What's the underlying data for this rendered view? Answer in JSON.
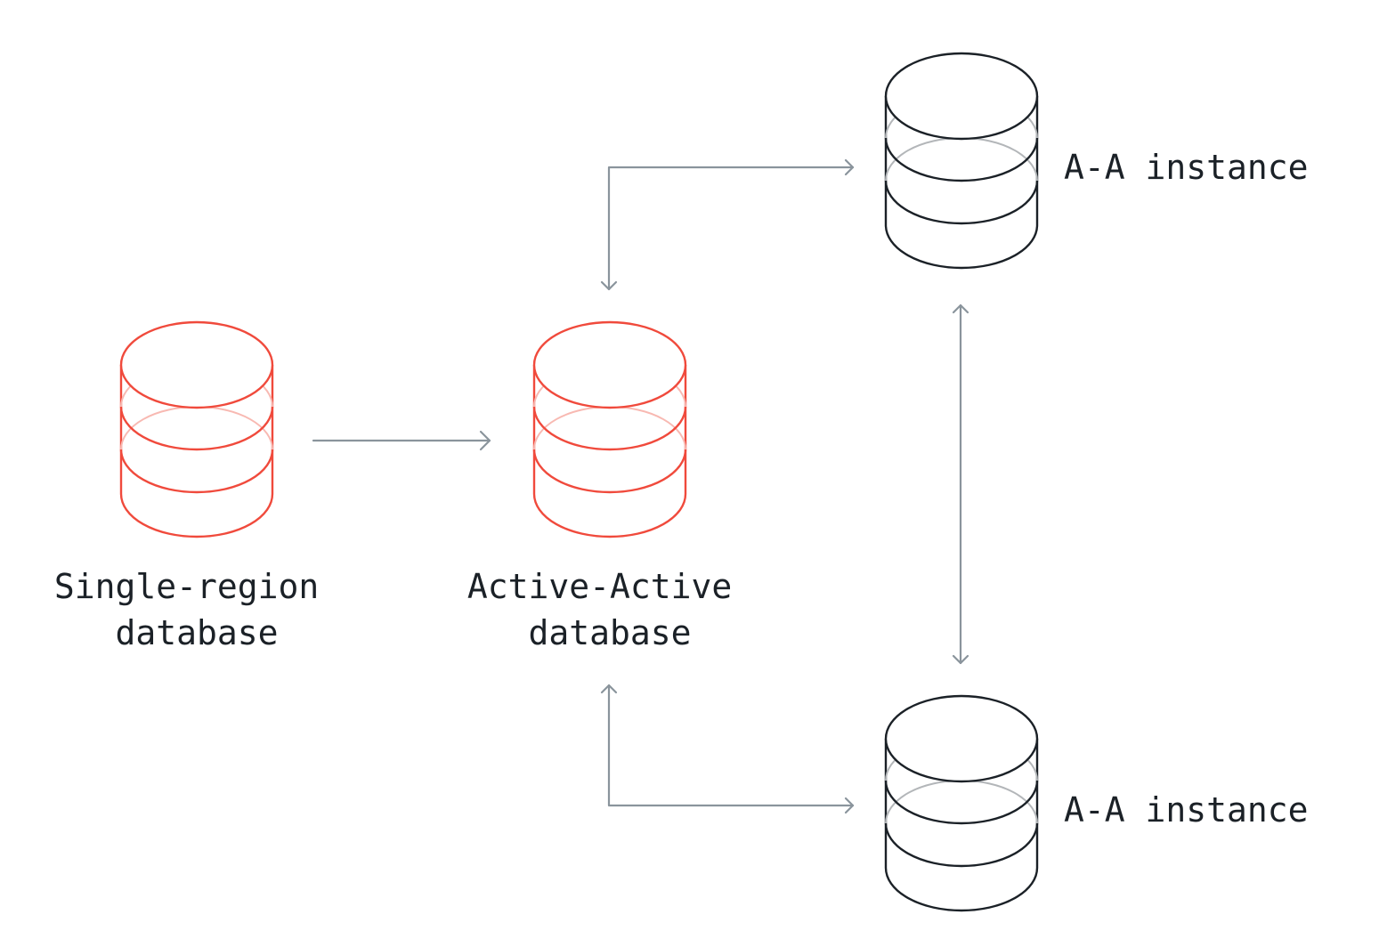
{
  "nodes": [
    {
      "id": "single-region",
      "label_lines": [
        "Single-region",
        "database"
      ],
      "style": "accent"
    },
    {
      "id": "active-active",
      "label_lines": [
        "Active-Active",
        "database"
      ],
      "style": "accent"
    },
    {
      "id": "aa-instance-top",
      "label_lines": [
        "A-A instance"
      ],
      "style": "dark"
    },
    {
      "id": "aa-instance-bottom",
      "label_lines": [
        "A-A instance"
      ],
      "style": "dark"
    }
  ],
  "edges": [
    {
      "from": "single-region",
      "to": "active-active",
      "direction": "one-way"
    },
    {
      "from": "active-active",
      "to": "aa-instance-top",
      "direction": "two-way"
    },
    {
      "from": "active-active",
      "to": "aa-instance-bottom",
      "direction": "two-way"
    },
    {
      "from": "aa-instance-top",
      "to": "aa-instance-bottom",
      "direction": "two-way"
    }
  ],
  "colors": {
    "accent": "#f04a3c",
    "accent_light": "#f8b9b2",
    "dark": "#1b2127",
    "dark_light": "#b3b6b9",
    "arrow": "#8a949c",
    "text": "#1b2127"
  }
}
